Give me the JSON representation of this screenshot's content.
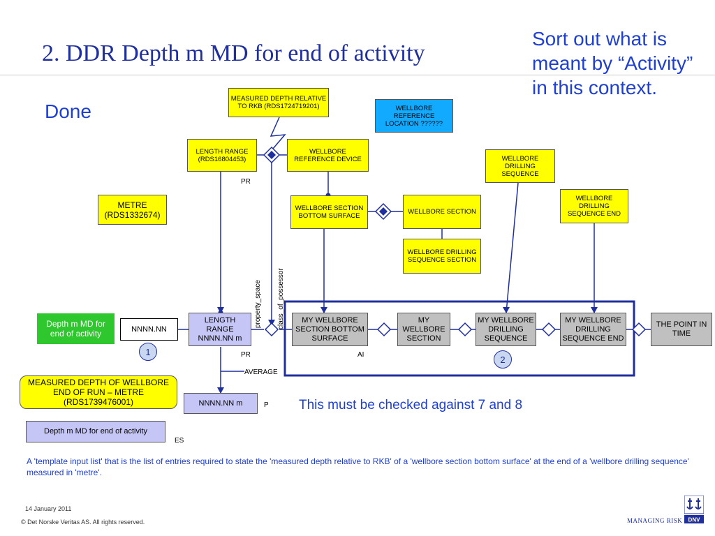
{
  "slide": {
    "title": "2. DDR Depth m MD for end of activity",
    "done": "Done",
    "note": "Sort out what is meant by “Activity” in this context.",
    "check_note": "This must be checked against 7 and 8",
    "description": "A 'template input list' that is the list of entries required to state the 'measured depth relative to RKB' of a 'wellbore section bottom surface' at the end of a 'wellbore drilling sequence' measured in 'metre'.",
    "date": "14 January 2011",
    "copyright": "© Det Norske Veritas AS. All rights reserved.",
    "managing": "MANAGING RISK",
    "logo_text": "DNV"
  },
  "nodes": {
    "measured_depth": "MEASURED DEPTH RELATIVE TO RKB (RDS1724719201)",
    "wellbore_ref_location": "WELLBORE REFERENCE LOCATION ??????",
    "length_range": "LENGTH RANGE (RDS16804453)",
    "wellbore_ref_device": "WELLBORE REFERENCE DEVICE",
    "wellbore_drilling_sequence": "WELLBORE DRILLING SEQUENCE",
    "wellbore_drilling_sequence_end": "WELLBORE DRILLING SEQUENCE END",
    "metre": "METRE (RDS1332674)",
    "wellbore_section_bottom_surface": "WELLBORE SECTION BOTTOM SURFACE",
    "wellbore_section": "WELLBORE SECTION",
    "wellbore_drilling_sequence_section": "WELLBORE DRILLING SEQUENCE SECTION",
    "depth_md_green": "Depth m MD for end of activity",
    "nnnn_white": "NNNN.NN",
    "length_range_value": "LENGTH RANGE NNNN.NN m",
    "my_wellbore_section_bottom_surface": "MY WELLBORE SECTION BOTTOM SURFACE",
    "my_wellbore_section": "MY WELLBORE SECTION",
    "my_wellbore_drilling_sequence": "MY WELLBORE DRILLING SEQUENCE",
    "my_wellbore_drilling_sequence_end": "MY WELLBORE DRILLING SEQUENCE END",
    "the_point_in_time": "THE POINT IN TIME",
    "measured_depth_of_wellbore": "MEASURED DEPTH OF WELLBORE END OF RUN – METRE (RDS1739476001)",
    "nnnn_m": "NNNN.NN m",
    "depth_md_lav": "Depth m MD for end of activity"
  },
  "labels": {
    "pr_top": "PR",
    "pr_mid": "PR",
    "ai": "AI",
    "average": "AVERAGE",
    "p": "P",
    "es": "ES",
    "property_space": "property_space",
    "class_of_possessor": "class_of_possessor",
    "circle_1": "1",
    "circle_2": "2"
  },
  "colors": {
    "title_blue": "#1f2f9e",
    "note_blue": "#1f3fd0",
    "line_blue": "#1f2f9e",
    "yellow": "#ffff00",
    "gray": "#c0c0c0",
    "lavender": "#c6c6f6",
    "green": "#2ec72e",
    "cyan": "#11aaff"
  }
}
